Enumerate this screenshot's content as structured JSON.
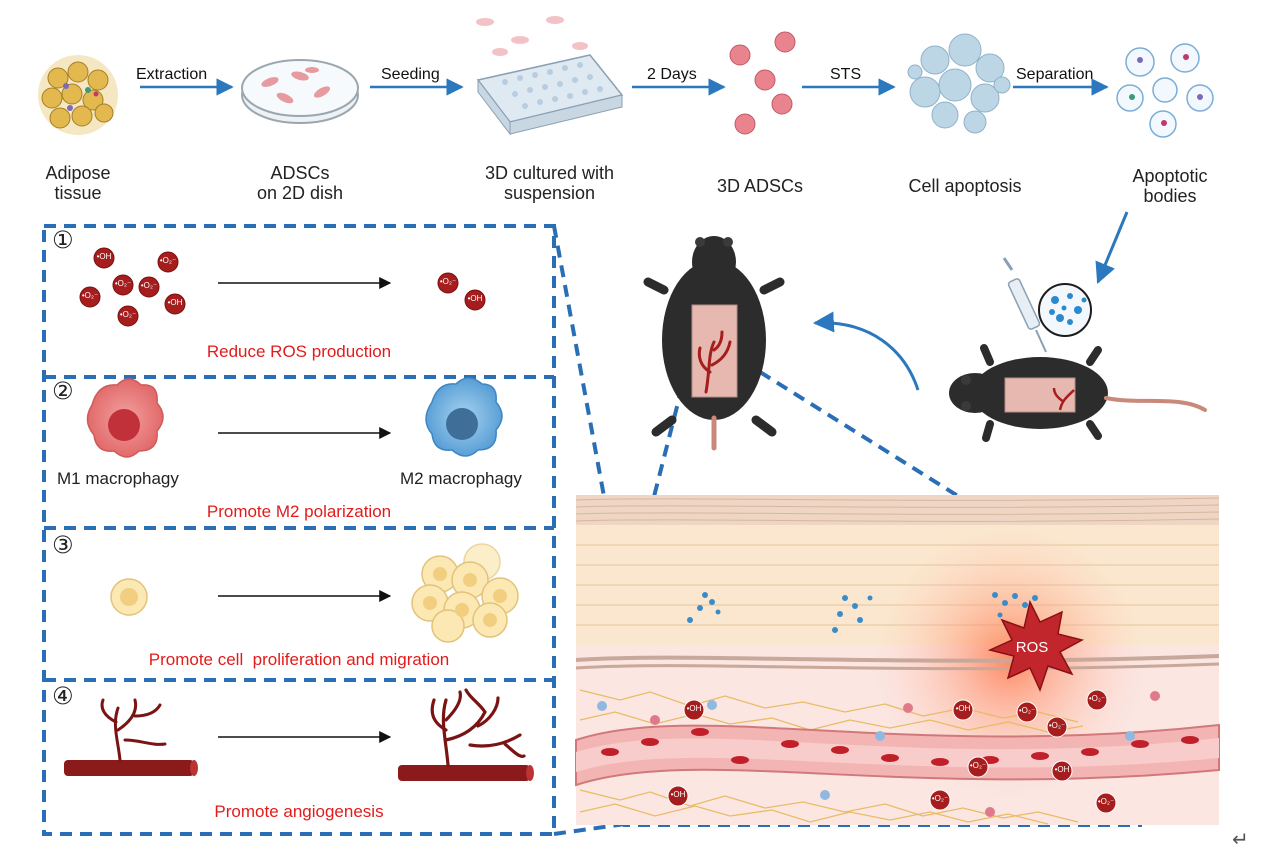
{
  "pipeline": {
    "steps": [
      {
        "label": "Adipose\ntissue"
      },
      {
        "label": "ADSCs\non 2D dish"
      },
      {
        "label": "3D cultured with\nsuspension"
      },
      {
        "label": "3D ADSCs"
      },
      {
        "label": "Cell apoptosis"
      },
      {
        "label": "Apoptotic\nbodies"
      }
    ],
    "arrows": [
      {
        "label": "Extraction"
      },
      {
        "label": "Seeding"
      },
      {
        "label": "2 Days"
      },
      {
        "label": "STS"
      },
      {
        "label": "Separation"
      }
    ]
  },
  "panels": [
    {
      "number": "①",
      "title": "Reduce ROS production"
    },
    {
      "number": "②",
      "title": "Promote M2 polarization",
      "left_label": "M1 macrophagy",
      "right_label": "M2 macrophagy"
    },
    {
      "number": "③",
      "title": "Promote cell  proliferation and migration"
    },
    {
      "number": "④",
      "title": "Promote angiogenesis"
    }
  ],
  "ros": {
    "label": "ROS"
  },
  "radicals": {
    "oh": "•OH",
    "o2": "•O₂⁻"
  },
  "corner_mark": "↵",
  "colors": {
    "arrow_blue": "#2b78bf",
    "dash_blue": "#2a6fb5",
    "title_red": "#e21b1b",
    "radical_red": "#a51d1d",
    "m1": "#e06a6a",
    "m2": "#6aa8d8",
    "vessel": "#8b1a1a"
  }
}
